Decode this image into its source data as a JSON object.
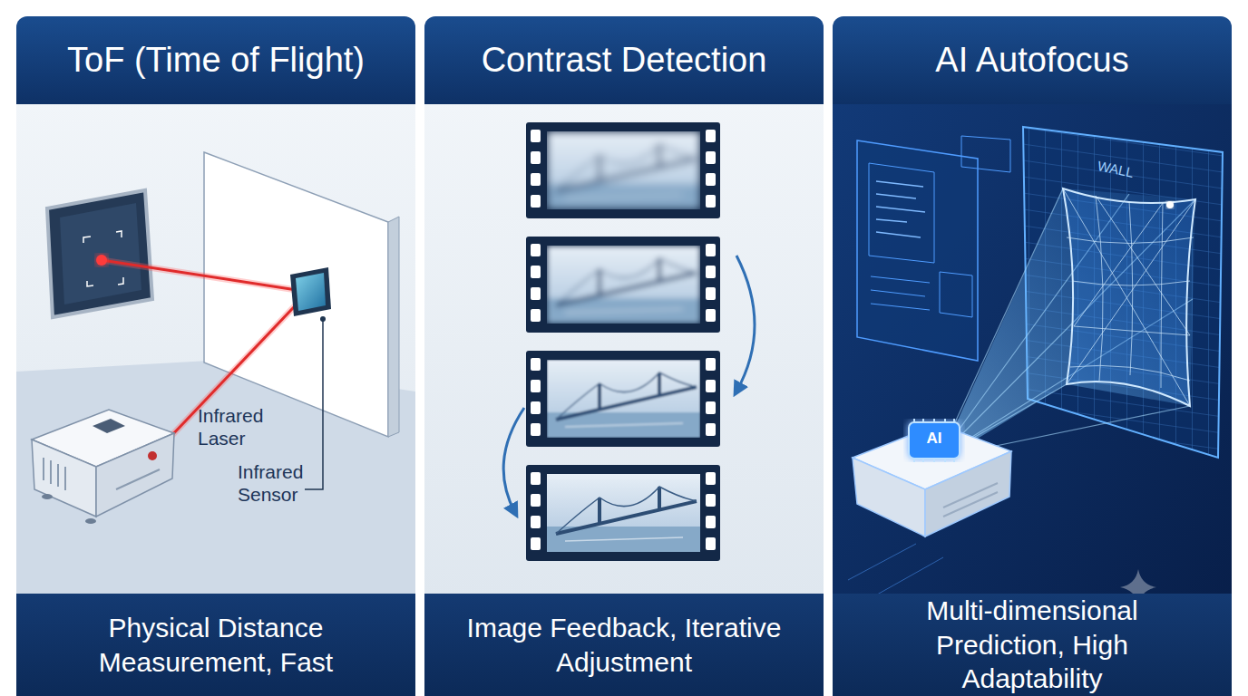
{
  "diagram": {
    "nodes": [
      {
        "text": [
          "ToF (Time of Flight)",
          "Physical Distance Measurement, Fast"
        ]
      },
      {
        "text": [
          "Contrast Detection",
          "Image Feedback, Iterative Adjustment"
        ]
      },
      {
        "text": [
          "AI Autofocus",
          "Multi-dimensional Prediction, High Adaptability"
        ]
      }
    ],
    "labels": [
      "Infrared Laser",
      "Infrared Sensor",
      "WALL",
      "AI"
    ]
  }
}
